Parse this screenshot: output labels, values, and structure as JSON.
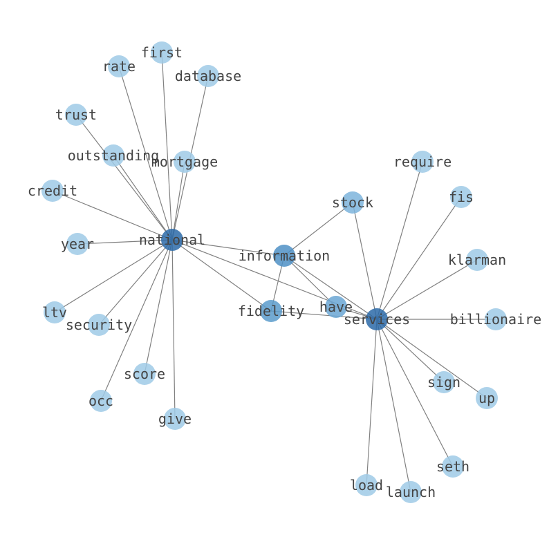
{
  "graph": {
    "colors": {
      "edge": "#808080",
      "label": "#444444",
      "hub_dark": "#2b6aa8",
      "hub_mid": "#5b9bcb",
      "leaf": "#9fcae6",
      "leaf_alt": "#7db4dc"
    },
    "nodes": [
      {
        "id": "national",
        "label": "national",
        "color": "#2b6aa8"
      },
      {
        "id": "services",
        "label": "services",
        "color": "#2b6aa8"
      },
      {
        "id": "information",
        "label": "information",
        "color": "#4f90c6"
      },
      {
        "id": "fidelity",
        "label": "fidelity",
        "color": "#5b9bcb"
      },
      {
        "id": "have",
        "label": "have",
        "color": "#6aa6d3"
      },
      {
        "id": "stock",
        "label": "stock",
        "color": "#7db4dc"
      },
      {
        "id": "first",
        "label": "first",
        "color": "#9fcae6"
      },
      {
        "id": "rate",
        "label": "rate",
        "color": "#9fcae6"
      },
      {
        "id": "database",
        "label": "database",
        "color": "#9fcae6"
      },
      {
        "id": "trust",
        "label": "trust",
        "color": "#9fcae6"
      },
      {
        "id": "outstanding",
        "label": "outstanding",
        "color": "#9fcae6"
      },
      {
        "id": "mortgage",
        "label": "mortgage",
        "color": "#9fcae6"
      },
      {
        "id": "credit",
        "label": "credit",
        "color": "#9fcae6"
      },
      {
        "id": "year",
        "label": "year",
        "color": "#9fcae6"
      },
      {
        "id": "ltv",
        "label": "ltv",
        "color": "#9fcae6"
      },
      {
        "id": "security",
        "label": "security",
        "color": "#9fcae6"
      },
      {
        "id": "score",
        "label": "score",
        "color": "#9fcae6"
      },
      {
        "id": "occ",
        "label": "occ",
        "color": "#9fcae6"
      },
      {
        "id": "give",
        "label": "give",
        "color": "#9fcae6"
      },
      {
        "id": "require",
        "label": "require",
        "color": "#9fcae6"
      },
      {
        "id": "fis",
        "label": "fis",
        "color": "#9fcae6"
      },
      {
        "id": "klarman",
        "label": "klarman",
        "color": "#9fcae6"
      },
      {
        "id": "billionaire",
        "label": "billionaire",
        "color": "#9fcae6"
      },
      {
        "id": "sign",
        "label": "sign",
        "color": "#9fcae6"
      },
      {
        "id": "up",
        "label": "up",
        "color": "#9fcae6"
      },
      {
        "id": "seth",
        "label": "seth",
        "color": "#9fcae6"
      },
      {
        "id": "load",
        "label": "load",
        "color": "#9fcae6"
      },
      {
        "id": "launch",
        "label": "launch",
        "color": "#9fcae6"
      }
    ],
    "edges": [
      [
        "national",
        "first"
      ],
      [
        "national",
        "rate"
      ],
      [
        "national",
        "database"
      ],
      [
        "national",
        "trust"
      ],
      [
        "national",
        "outstanding"
      ],
      [
        "national",
        "mortgage"
      ],
      [
        "national",
        "credit"
      ],
      [
        "national",
        "year"
      ],
      [
        "national",
        "ltv"
      ],
      [
        "national",
        "security"
      ],
      [
        "national",
        "score"
      ],
      [
        "national",
        "occ"
      ],
      [
        "national",
        "give"
      ],
      [
        "national",
        "information"
      ],
      [
        "national",
        "fidelity"
      ],
      [
        "national",
        "services"
      ],
      [
        "information",
        "stock"
      ],
      [
        "information",
        "fidelity"
      ],
      [
        "information",
        "have"
      ],
      [
        "information",
        "services"
      ],
      [
        "fidelity",
        "services"
      ],
      [
        "have",
        "services"
      ],
      [
        "stock",
        "services"
      ],
      [
        "services",
        "require"
      ],
      [
        "services",
        "fis"
      ],
      [
        "services",
        "klarman"
      ],
      [
        "services",
        "billionaire"
      ],
      [
        "services",
        "sign"
      ],
      [
        "services",
        "up"
      ],
      [
        "services",
        "seth"
      ],
      [
        "services",
        "load"
      ],
      [
        "services",
        "launch"
      ]
    ]
  }
}
